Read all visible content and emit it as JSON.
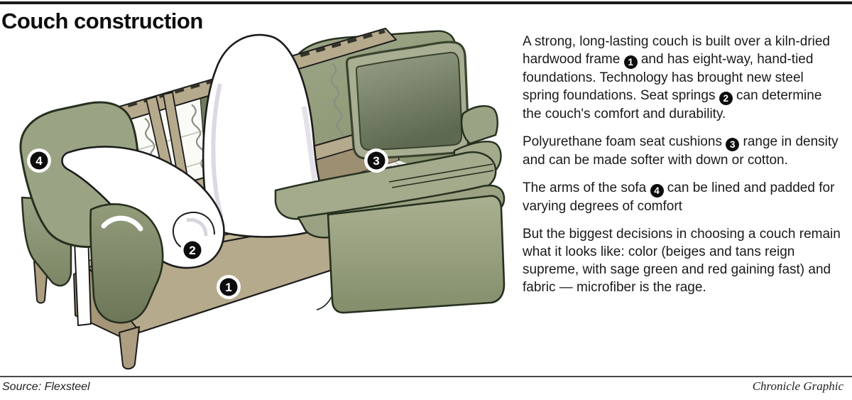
{
  "title": "Couch construction",
  "article": {
    "paragraphs": [
      {
        "segments": [
          {
            "text": "A strong, long-lasting couch is built over a kiln-dried hardwood frame "
          },
          {
            "badge": "1"
          },
          {
            "text": " and has eight-way, hand-tied foundations. Technology has brought new steel spring foundations. Seat springs "
          },
          {
            "badge": "2"
          },
          {
            "text": " can determine the couch's comfort and durability."
          }
        ]
      },
      {
        "segments": [
          {
            "text": "Polyurethane foam seat cushions "
          },
          {
            "badge": "3"
          },
          {
            "text": " range in density and can be made softer with down or cotton."
          }
        ]
      },
      {
        "segments": [
          {
            "text": "The arms of the sofa "
          },
          {
            "badge": "4"
          },
          {
            "text": " can be lined and padded for varying degrees of comfort"
          }
        ]
      },
      {
        "segments": [
          {
            "text": "But the biggest decisions in choosing a couch remain what it looks like: color (beiges and tans reign supreme, with sage green and red gaining fast) and fabric — microfiber is the rage."
          }
        ]
      }
    ]
  },
  "illustration": {
    "callouts": [
      {
        "n": "1"
      },
      {
        "n": "2"
      },
      {
        "n": "3"
      },
      {
        "n": "4"
      }
    ]
  },
  "footer": {
    "source": "Source: Flexsteel",
    "credit": "Chronicle Graphic"
  },
  "colors": {
    "sage_green": "#9aa485",
    "dark_sage": "#6e785a",
    "wood_tan": "#b6aa8c",
    "spring_gray": "#8d8e85",
    "cushion_white": "#ffffff",
    "ink": "#141414"
  }
}
